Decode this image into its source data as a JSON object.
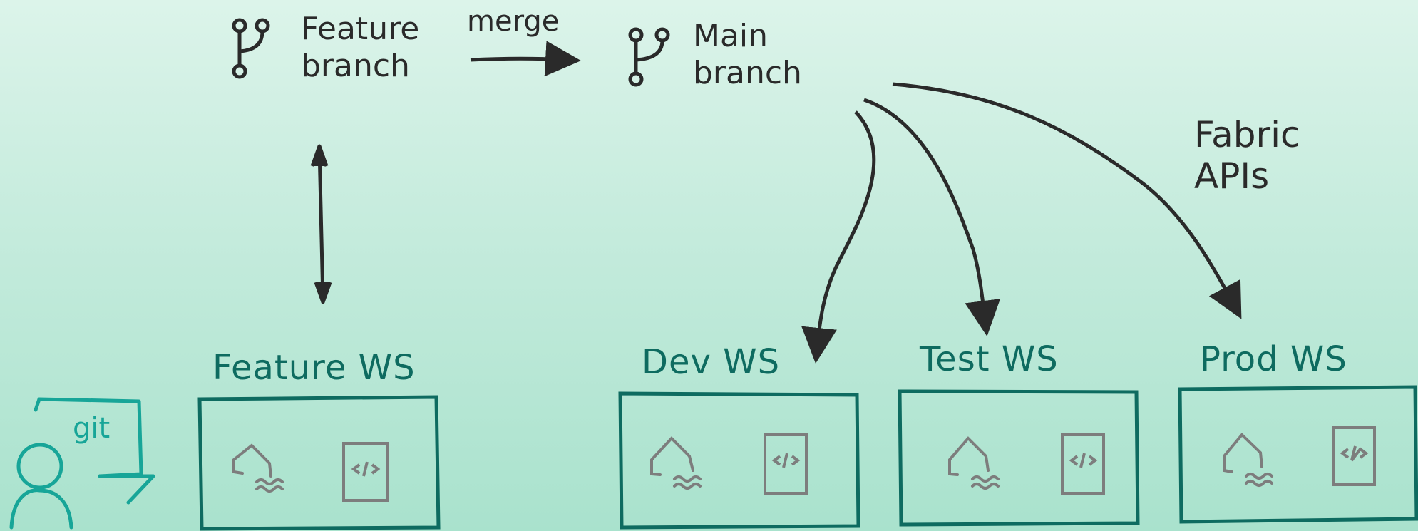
{
  "labels": {
    "feature_branch": [
      "Feature",
      "branch"
    ],
    "main_branch": [
      "Main",
      "branch"
    ],
    "merge": "merge",
    "fabric_apis": [
      "Fabric",
      "APIs"
    ],
    "git": "git"
  },
  "workspaces": [
    {
      "key": "feature",
      "title": "Feature WS"
    },
    {
      "key": "dev",
      "title": "Dev WS"
    },
    {
      "key": "test",
      "title": "Test WS"
    },
    {
      "key": "prod",
      "title": "Prod WS"
    }
  ],
  "colors": {
    "ink": "#2a2a2a",
    "teal_dark": "#0e6b60",
    "teal_light": "#17a598",
    "gray": "#7d7d7d"
  }
}
